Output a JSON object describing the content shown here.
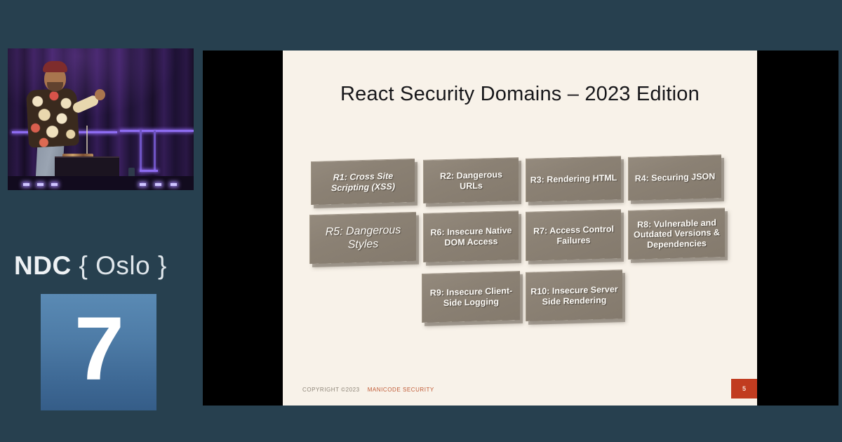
{
  "background_color": "#27404f",
  "branding": {
    "wordmark_primary": "NDC",
    "wordmark_secondary": "{ Oslo }",
    "tile_number": "7",
    "tile_color": "#4d7ba6"
  },
  "speaker_video": {
    "label": "speaker-stage-video"
  },
  "slide": {
    "background_color": "#f8f2e9",
    "title": "React Security Domains – 2023 Edition",
    "footer": {
      "copyright": "COPYRIGHT ©2023",
      "brand": "MANICODE SECURITY",
      "brand_color": "#c05a35"
    },
    "page_number": "5",
    "page_badge_color": "#c13c20",
    "box_fill_color": "#8b8174",
    "domains": [
      {
        "id": "R1",
        "text": "R1: Cross Site Scripting (XSS)",
        "style": "italic",
        "row": 1,
        "col": 1
      },
      {
        "id": "R2",
        "text": "R2: Dangerous URLs",
        "style": "normal",
        "row": 1,
        "col": 2
      },
      {
        "id": "R3",
        "text": "R3: Rendering HTML",
        "style": "normal",
        "row": 1,
        "col": 3
      },
      {
        "id": "R4",
        "text": "R4: Securing JSON",
        "style": "normal",
        "row": 1,
        "col": 4
      },
      {
        "id": "R5",
        "text": "R5: Dangerous Styles",
        "style": "italic-big",
        "row": 2,
        "col": 1
      },
      {
        "id": "R6",
        "text": "R6: Insecure Native DOM Access",
        "style": "normal",
        "row": 2,
        "col": 2
      },
      {
        "id": "R7",
        "text": "R7: Access Control Failures",
        "style": "normal",
        "row": 2,
        "col": 3
      },
      {
        "id": "R8",
        "text": "R8: Vulnerable and Outdated Versions & Dependencies",
        "style": "normal",
        "row": 2,
        "col": 4
      },
      {
        "id": "R9",
        "text": "R9: Insecure Client-Side Logging",
        "style": "normal",
        "row": 3,
        "col": 2
      },
      {
        "id": "R10",
        "text": "R10: Insecure Server Side Rendering",
        "style": "normal",
        "row": 3,
        "col": 3
      }
    ]
  }
}
